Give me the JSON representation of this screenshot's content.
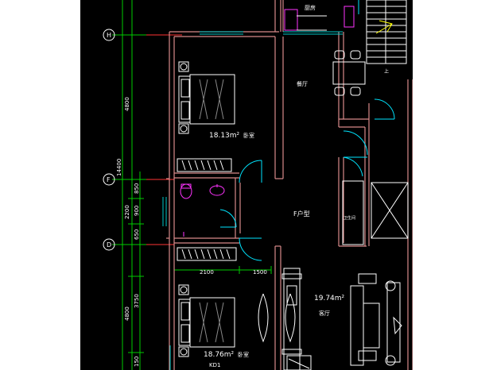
{
  "colors": {
    "background": "#000000",
    "margin": "#ffffff",
    "wall": "#d88a8a",
    "dimension": "#00cc00",
    "window": "#00c8c8",
    "door": "#00e5ff",
    "furniture": "#ffffff",
    "fixture": "#ff33ff",
    "stair": "#ffff00",
    "text": "#ffffff",
    "axis_bubble": "#ffffff"
  },
  "axes": {
    "H": "H",
    "F": "F",
    "D": "D"
  },
  "dimensions": {
    "v_4800": "4800",
    "v_14400": "14400",
    "v_850": "850",
    "v_900": "900",
    "v_650": "650",
    "v_2200": "2200",
    "v_3750": "3750",
    "v_4800b": "4800",
    "v_150": "150",
    "h_2100": "2100",
    "h_1500": "1500"
  },
  "rooms": {
    "kitchen": "厨房",
    "dining": "餐厅",
    "bedroom1_area": "18.13m²",
    "bedroom1_name": "卧室",
    "foyer": "F户型",
    "living_area": "19.74m²",
    "living_name": "客厅",
    "bedroom2_area": "18.76m²",
    "bedroom2_name": "卧室",
    "small_room": "卫生间",
    "stair_up": "上",
    "kd1": "KD1"
  },
  "icons": [
    "bed-icon",
    "wardrobe-icon",
    "toilet-icon",
    "basin-icon",
    "dining-table-icon",
    "sofa-icon",
    "stair-icon",
    "door-swing-icon"
  ]
}
